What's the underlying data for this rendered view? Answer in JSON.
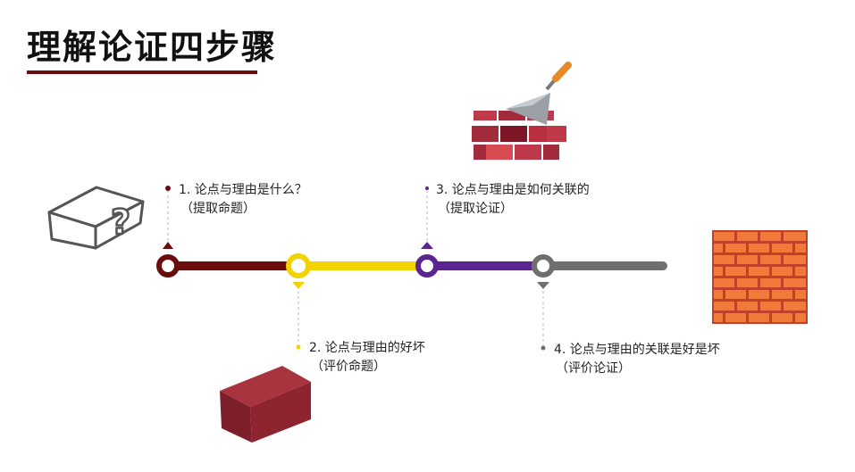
{
  "title": "理解论证四步骤",
  "colors": {
    "step1": "#6b0d0d",
    "step2": "#f2d200",
    "step3": "#5b2590",
    "step4": "#6f6f6f",
    "title_underline": "#6b0d0d"
  },
  "steps": [
    {
      "line1": "1. 论点与理由是什么？",
      "line2": "（提取命题）"
    },
    {
      "line1": "2. 论点与理由的好坏",
      "line2": "（评价命题）"
    },
    {
      "line1": "3. 论点与理由是如何关联的",
      "line2": "（提取论证）"
    },
    {
      "line1": "4. 论点与理由的关联是好是坏",
      "line2": "（评价论证）"
    }
  ],
  "icons": [
    "question-box-icon",
    "red-brick-icon",
    "trowel-bricks-icon",
    "brick-wall-icon"
  ]
}
